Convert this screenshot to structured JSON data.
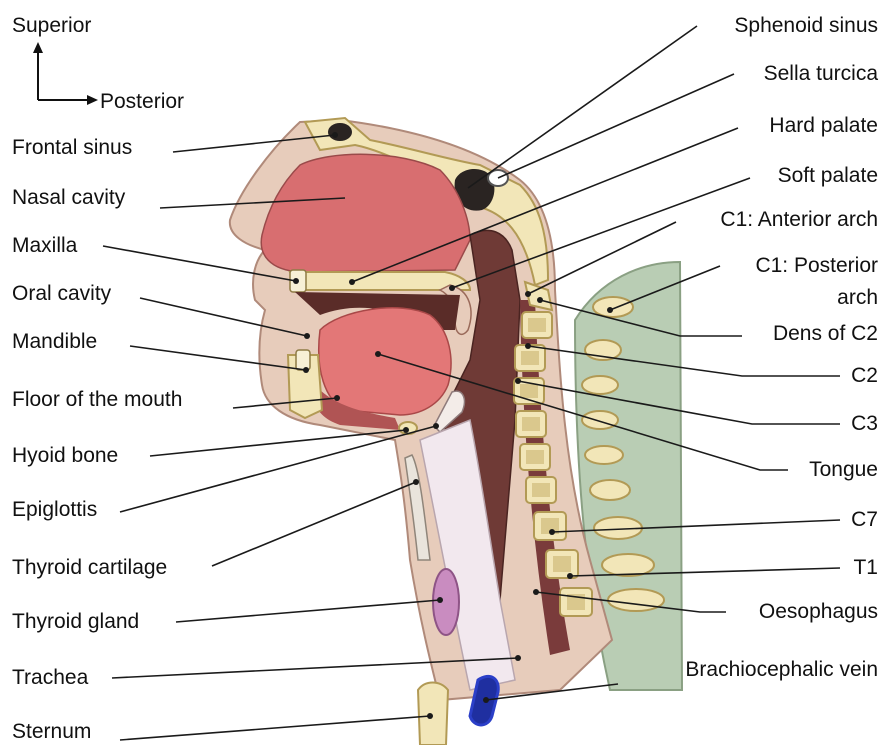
{
  "orientation": {
    "up": "Superior",
    "right": "Posterior"
  },
  "colors": {
    "bone": "#f2e6b8",
    "bone_edge": "#b29a55",
    "marrow": "#c8b06a",
    "tissue": "#e7ccbb",
    "cavity_pink": "#d86e70",
    "tongue": "#e37777",
    "pharynx": "#6f3a36",
    "neck_muscle": "#b9cdb4",
    "thyroid": "#c98cc0",
    "vein": "#2b3fc8",
    "leader": "#1a1a1a"
  },
  "labels_left": [
    {
      "id": "frontal_sinus",
      "text": "Frontal sinus"
    },
    {
      "id": "nasal_cavity",
      "text": "Nasal cavity"
    },
    {
      "id": "maxilla",
      "text": "Maxilla"
    },
    {
      "id": "oral_cavity",
      "text": "Oral cavity"
    },
    {
      "id": "mandible",
      "text": "Mandible"
    },
    {
      "id": "floor_of_mouth",
      "text": "Floor of the mouth"
    },
    {
      "id": "hyoid_bone",
      "text": "Hyoid bone"
    },
    {
      "id": "epiglottis",
      "text": "Epiglottis"
    },
    {
      "id": "thyroid_cartilage",
      "text": "Thyroid cartilage"
    },
    {
      "id": "thyroid_gland",
      "text": "Thyroid gland"
    },
    {
      "id": "trachea",
      "text": "Trachea"
    },
    {
      "id": "sternum",
      "text": "Sternum"
    }
  ],
  "labels_right": [
    {
      "id": "sphenoid_sinus",
      "text": "Sphenoid sinus"
    },
    {
      "id": "sella_turcica",
      "text": "Sella turcica"
    },
    {
      "id": "hard_palate",
      "text": "Hard palate"
    },
    {
      "id": "soft_palate",
      "text": "Soft palate"
    },
    {
      "id": "c1_anterior_arch",
      "text": "C1: Anterior arch"
    },
    {
      "id": "c1_posterior_arch_1",
      "text": "C1: Posterior"
    },
    {
      "id": "c1_posterior_arch_2",
      "text": "arch"
    },
    {
      "id": "dens_of_c2",
      "text": "Dens of C2"
    },
    {
      "id": "c2",
      "text": "C2"
    },
    {
      "id": "c3",
      "text": "C3"
    },
    {
      "id": "tongue",
      "text": "Tongue"
    },
    {
      "id": "c7",
      "text": "C7"
    },
    {
      "id": "t1",
      "text": "T1"
    },
    {
      "id": "oesophagus",
      "text": "Oesophagus"
    },
    {
      "id": "brachiocephalic_vein",
      "text": "Brachiocephalic vein"
    }
  ]
}
